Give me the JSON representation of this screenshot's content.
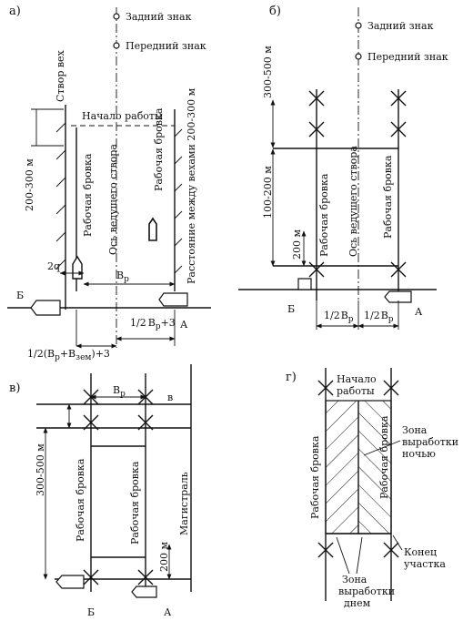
{
  "panel_a": {
    "label": "а)",
    "rear_sign": "Задний знак",
    "front_sign": "Передний знак",
    "stakes_alignment": "Створ вех",
    "work_start": "Начало работы",
    "dist_left": "200-300 м",
    "working_edge_left": "Рабочая бровка",
    "lead_axis": "Ось ведущего створа",
    "working_edge_right": "Рабочая бровка",
    "stake_spacing": "Расстояние между вехами 200-300 м",
    "two_q": "2q",
    "width_label": "B",
    "width_sub": "р",
    "bank_left": "Б",
    "bank_right": "А",
    "half_width": "B",
    "half_width_sub": "р",
    "plus_three": "+3",
    "half_frac": "1/2",
    "sum_formula_a": "(B",
    "sum_sub_r": "р",
    "sum_plus": "+B",
    "sum_sub_zem": "зем",
    "sum_tail": ")+3"
  },
  "panel_b": {
    "label": "б)",
    "rear_sign": "Задний знак",
    "front_sign": "Передний знак",
    "dist_top": "300-500 м",
    "dist_mid": "100-200 м",
    "dist_small": "200 м",
    "working_edge_left": "Рабочая бровка",
    "lead_axis": "Ось ведущего створа",
    "working_edge_right": "Рабочая бровка",
    "bank_left": "Б",
    "bank_right": "А",
    "half_frac": "1/2",
    "half_width": "B",
    "half_width_sub": "р"
  },
  "panel_v": {
    "label": "в)",
    "width_top": "B",
    "width_top_sub": "р",
    "small_b": "в",
    "dist_left": "300-500 м",
    "working_edge_left": "Рабочая бровка",
    "working_edge_mid": "Рабочая бровка",
    "dist_small": "200 м",
    "main_line": "Магистраль",
    "bank_left": "Б",
    "bank_right": "А"
  },
  "panel_g": {
    "label": "г)",
    "work_start_1": "Начало",
    "work_start_2": "работы",
    "night_zone_1": "Зона",
    "night_zone_2": "выработки",
    "night_zone_3": "ночью",
    "working_edge_left": "Рабочая бровка",
    "working_edge_right": "Рабочая бровка",
    "section_end_1": "Конец",
    "section_end_2": "участка",
    "day_zone_1": "Зона",
    "day_zone_2": "выработки",
    "day_zone_3": "днем"
  }
}
